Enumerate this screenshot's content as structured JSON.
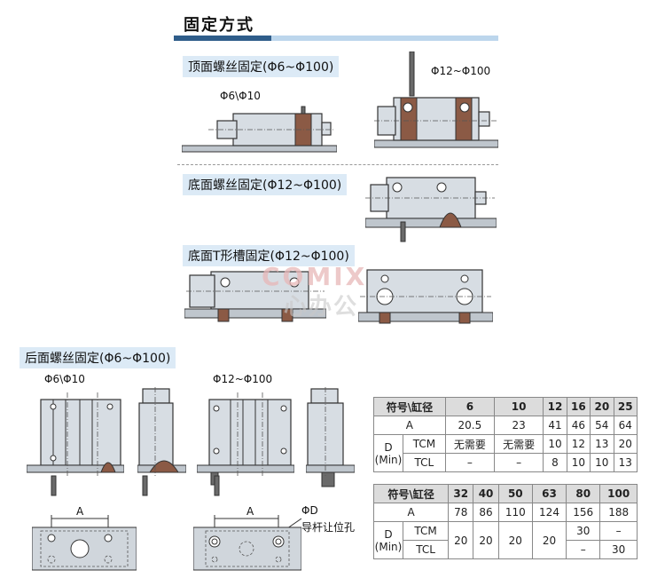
{
  "title": "固定方式",
  "watermark": {
    "brand": "COMIX",
    "cn": "心办公"
  },
  "sections": {
    "top_mount": {
      "label": "顶面螺丝固定(Φ6~Φ100)",
      "sub_small": "Φ6\\Φ10",
      "sub_large": "Φ12~Φ100"
    },
    "bottom_mount": {
      "label": "底面螺丝固定(Φ12~Φ100)"
    },
    "tslot_mount": {
      "label": "底面T形槽固定(Φ12~Φ100)"
    },
    "rear_mount": {
      "label": "后面螺丝固定(Φ6~Φ100)",
      "sub_small": "Φ6\\Φ10",
      "sub_large": "Φ12~Φ100"
    }
  },
  "dims": {
    "a_label": "A",
    "phi_d": "ΦD",
    "guide_hole": "导杆让位孔"
  },
  "table1": {
    "header": "符号\\缸径",
    "sizes": [
      "6",
      "10",
      "12",
      "16",
      "20",
      "25"
    ],
    "row_a": {
      "label": "A",
      "values": [
        "20.5",
        "23",
        "41",
        "46",
        "54",
        "64"
      ]
    },
    "row_d": {
      "label": "D",
      "min": "(Min)",
      "tcm": {
        "label": "TCM",
        "values": [
          "无需要",
          "无需要",
          "10",
          "12",
          "13",
          "20"
        ]
      },
      "tcl": {
        "label": "TCL",
        "values": [
          "–",
          "–",
          "8",
          "10",
          "10",
          "13"
        ]
      }
    }
  },
  "table2": {
    "header": "符号\\缸径",
    "sizes": [
      "32",
      "40",
      "50",
      "63",
      "80",
      "100"
    ],
    "row_a": {
      "label": "A",
      "values": [
        "78",
        "86",
        "110",
        "124",
        "156",
        "188"
      ]
    },
    "row_d": {
      "label": "D",
      "min": "(Min)",
      "tcm": {
        "label": "TCM",
        "merged": [
          "20",
          "20",
          "20",
          "20"
        ],
        "values80": "30",
        "values100": "–"
      },
      "tcl": {
        "label": "TCL",
        "values80": "–",
        "values100": "30"
      }
    }
  }
}
